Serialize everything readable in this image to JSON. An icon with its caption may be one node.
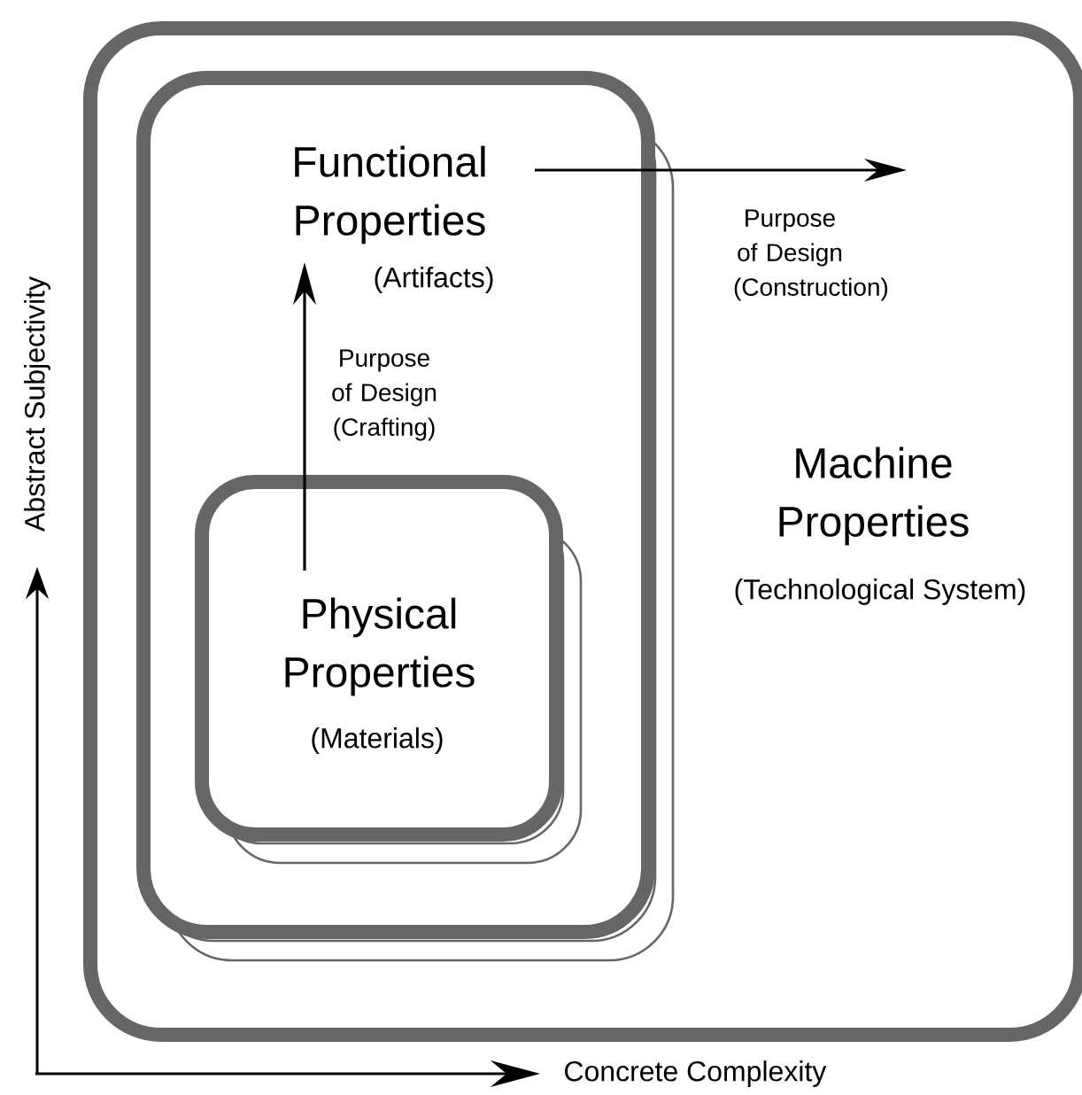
{
  "diagram": {
    "nodes": [
      {
        "text": [
          "Machine Properties",
          "(Technological System)"
        ]
      },
      {
        "text": [
          "Functional Properties",
          "(Artifacts)"
        ],
        "in": 0
      },
      {
        "text": [
          "Physical Properties",
          "(Materials)"
        ],
        "in": 1
      }
    ],
    "edges": [
      {
        "from": 2,
        "to": null,
        "arrow": "to",
        "label": "Purpose of Design (Crafting)"
      },
      {
        "from": 1,
        "to": null,
        "arrow": "to",
        "label": "Purpose of Design (Construction)"
      }
    ],
    "labels": [
      "Abstract Subjectivity",
      "Concrete Complexity"
    ]
  }
}
